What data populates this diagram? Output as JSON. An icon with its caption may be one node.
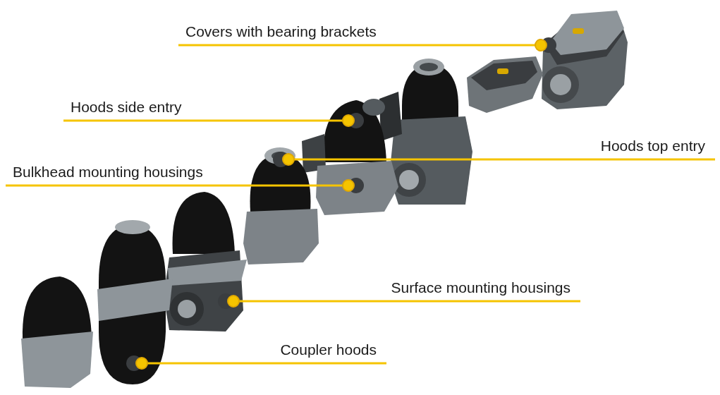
{
  "diagram": {
    "nodes": [
      {
        "text": [
          "Covers with bearing brackets"
        ]
      },
      {
        "text": [
          "Hoods side entry"
        ]
      },
      {
        "text": [
          "Hoods top entry"
        ]
      },
      {
        "text": [
          "Bulkhead mounting housings"
        ]
      },
      {
        "text": [
          "Surface mounting housings"
        ]
      },
      {
        "text": [
          "Coupler hoods"
        ]
      },
      {
        "text": [],
        "shape": "circle"
      },
      {
        "text": [],
        "shape": "circle"
      },
      {
        "text": [],
        "shape": "circle"
      },
      {
        "text": [],
        "shape": "circle"
      },
      {
        "text": [],
        "shape": "circle"
      },
      {
        "text": [],
        "shape": "circle"
      }
    ],
    "edges": [
      {
        "from": 0,
        "to": 11,
        "arrow": "other"
      },
      {
        "from": 1,
        "to": 9,
        "arrow": "other"
      },
      {
        "from": 2,
        "to": 8,
        "arrow": "other"
      },
      {
        "from": 3,
        "to": 10,
        "arrow": "other"
      },
      {
        "from": 4,
        "to": 7,
        "arrow": "other"
      },
      {
        "from": 5,
        "to": 6,
        "arrow": "other"
      }
    ]
  }
}
